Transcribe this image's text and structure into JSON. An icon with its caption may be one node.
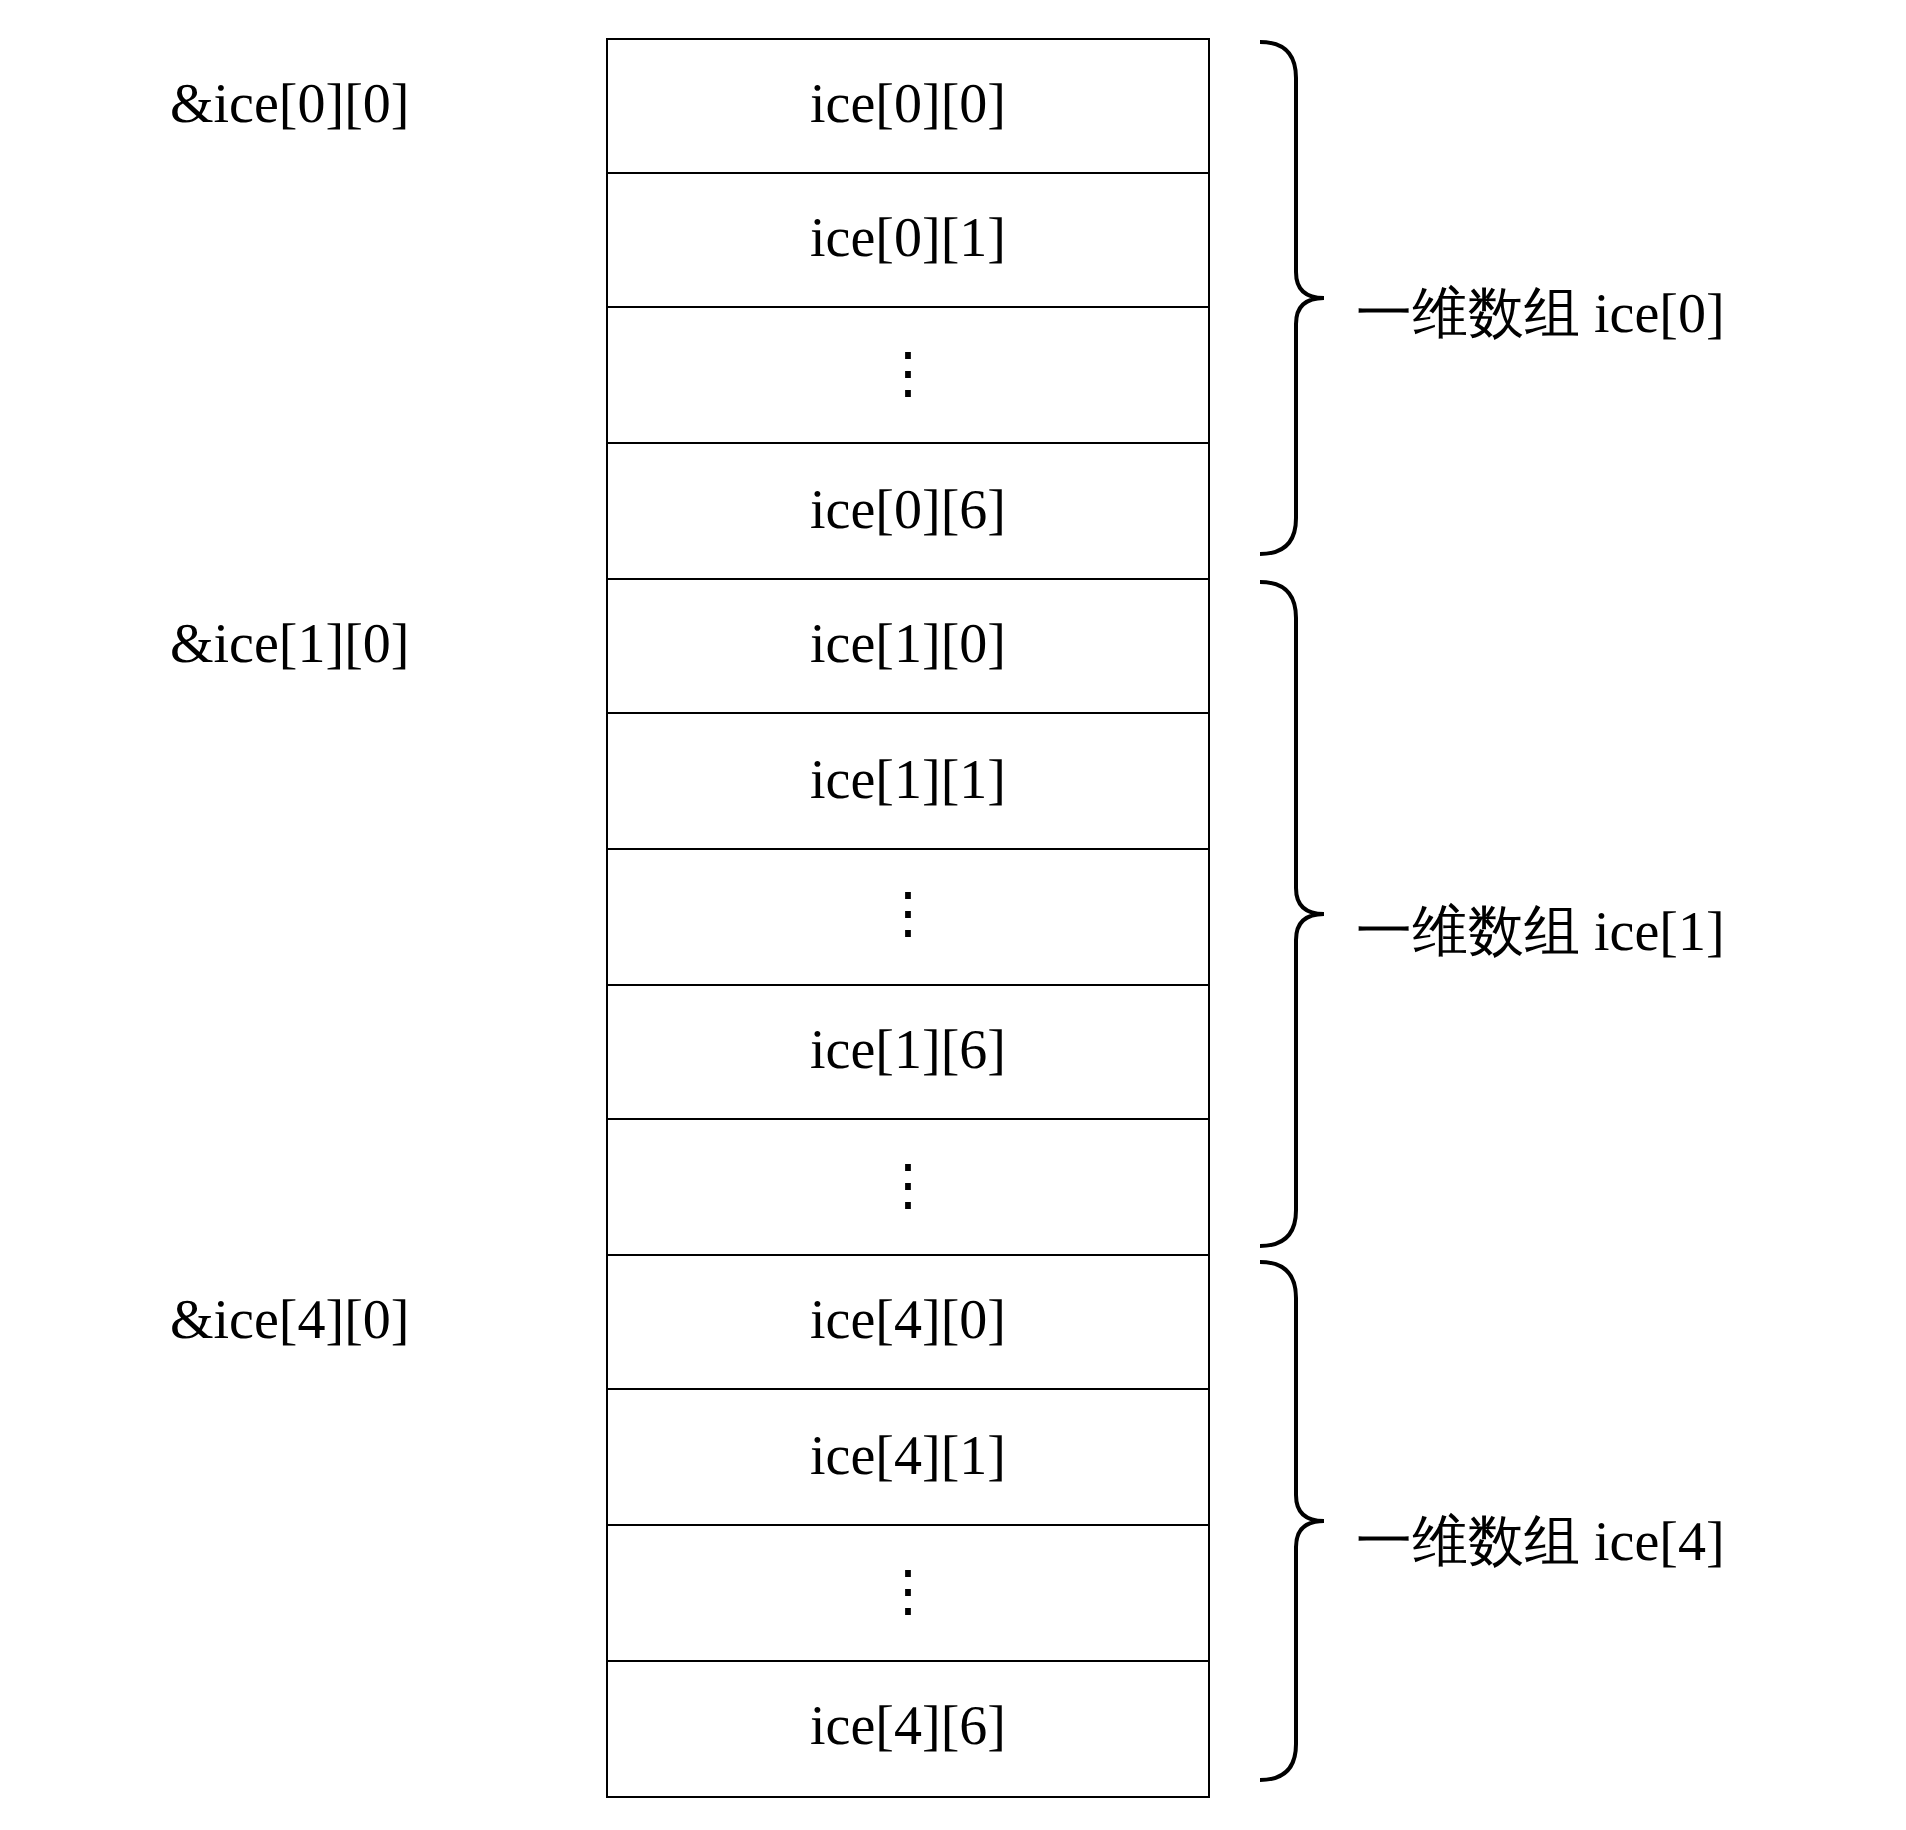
{
  "diagram": {
    "nodes": [
      {
        "text": [
          "ice[0][0]"
        ]
      },
      {
        "text": [
          "ice[0][1]"
        ]
      },
      {
        "text": [
          "⋮"
        ]
      },
      {
        "text": [
          "ice[0][6]"
        ]
      },
      {
        "text": [
          "ice[1][0]"
        ]
      },
      {
        "text": [
          "ice[1][1]"
        ]
      },
      {
        "text": [
          "⋮"
        ]
      },
      {
        "text": [
          "ice[1][6]"
        ]
      },
      {
        "text": [
          "⋮"
        ]
      },
      {
        "text": [
          "ice[4][0]"
        ]
      },
      {
        "text": [
          "ice[4][1]"
        ]
      },
      {
        "text": [
          "⋮"
        ]
      },
      {
        "text": [
          "ice[4][6]"
        ]
      }
    ],
    "labels": [
      "&ice[0][0]",
      "一维数组 ice[0]",
      "&ice[1][0]",
      "一维数组 ice[1]",
      "&ice[4][0]",
      "一维数组 ice[4]"
    ]
  }
}
